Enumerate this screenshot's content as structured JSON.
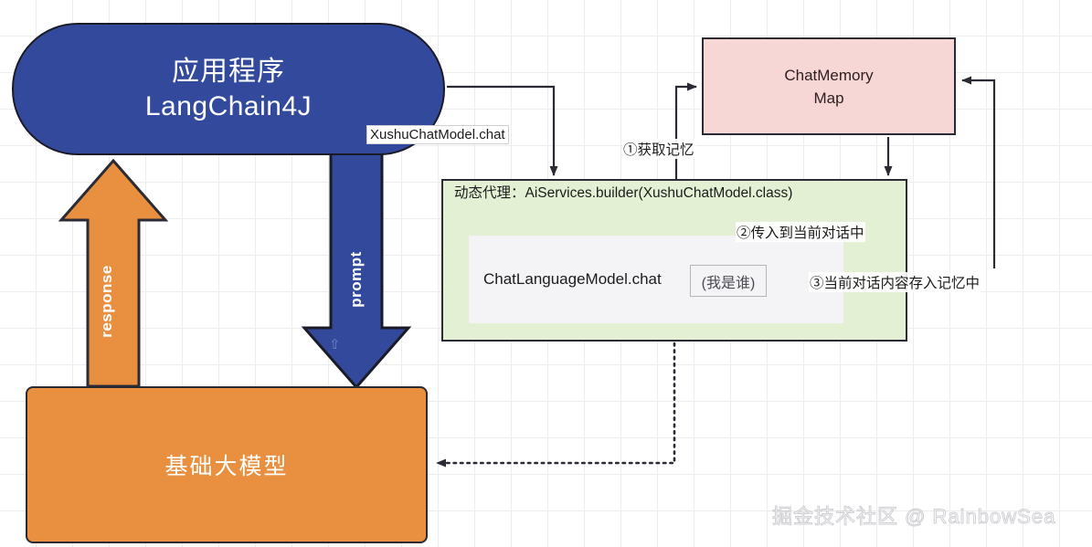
{
  "diagram": {
    "title": "LangChain4J ChatMemory flow",
    "watermark": "掘金技术社区 @ RainbowSea",
    "colors": {
      "app_blue": "#32499c",
      "model_orange": "#e89040",
      "memory_pink": "#f7d6d6",
      "proxy_green": "#e3f0d4",
      "inner_gray": "#f4f4f6",
      "stroke": "#2b2b35",
      "grid": "#ededed"
    }
  },
  "nodes": {
    "app": {
      "line1": "应用程序",
      "line2": "LangChain4J"
    },
    "model": {
      "label": "基础大模型"
    },
    "memory": {
      "line1": "ChatMemory",
      "line2": "Map"
    },
    "proxy": {
      "title": "动态代理：AiServices.builder(XushuChatModel.class)",
      "inner_label": "ChatLanguageModel.chat",
      "who_label": "(我是谁)"
    }
  },
  "edges": {
    "chat_call": "XushuChatModel.chat",
    "prompt": "prompt",
    "response": "response",
    "step1": "①获取记忆",
    "step2": "②传入到当前对话中",
    "step3": "③当前对话内容存入记忆中",
    "cursor_glyph": "⇧"
  }
}
